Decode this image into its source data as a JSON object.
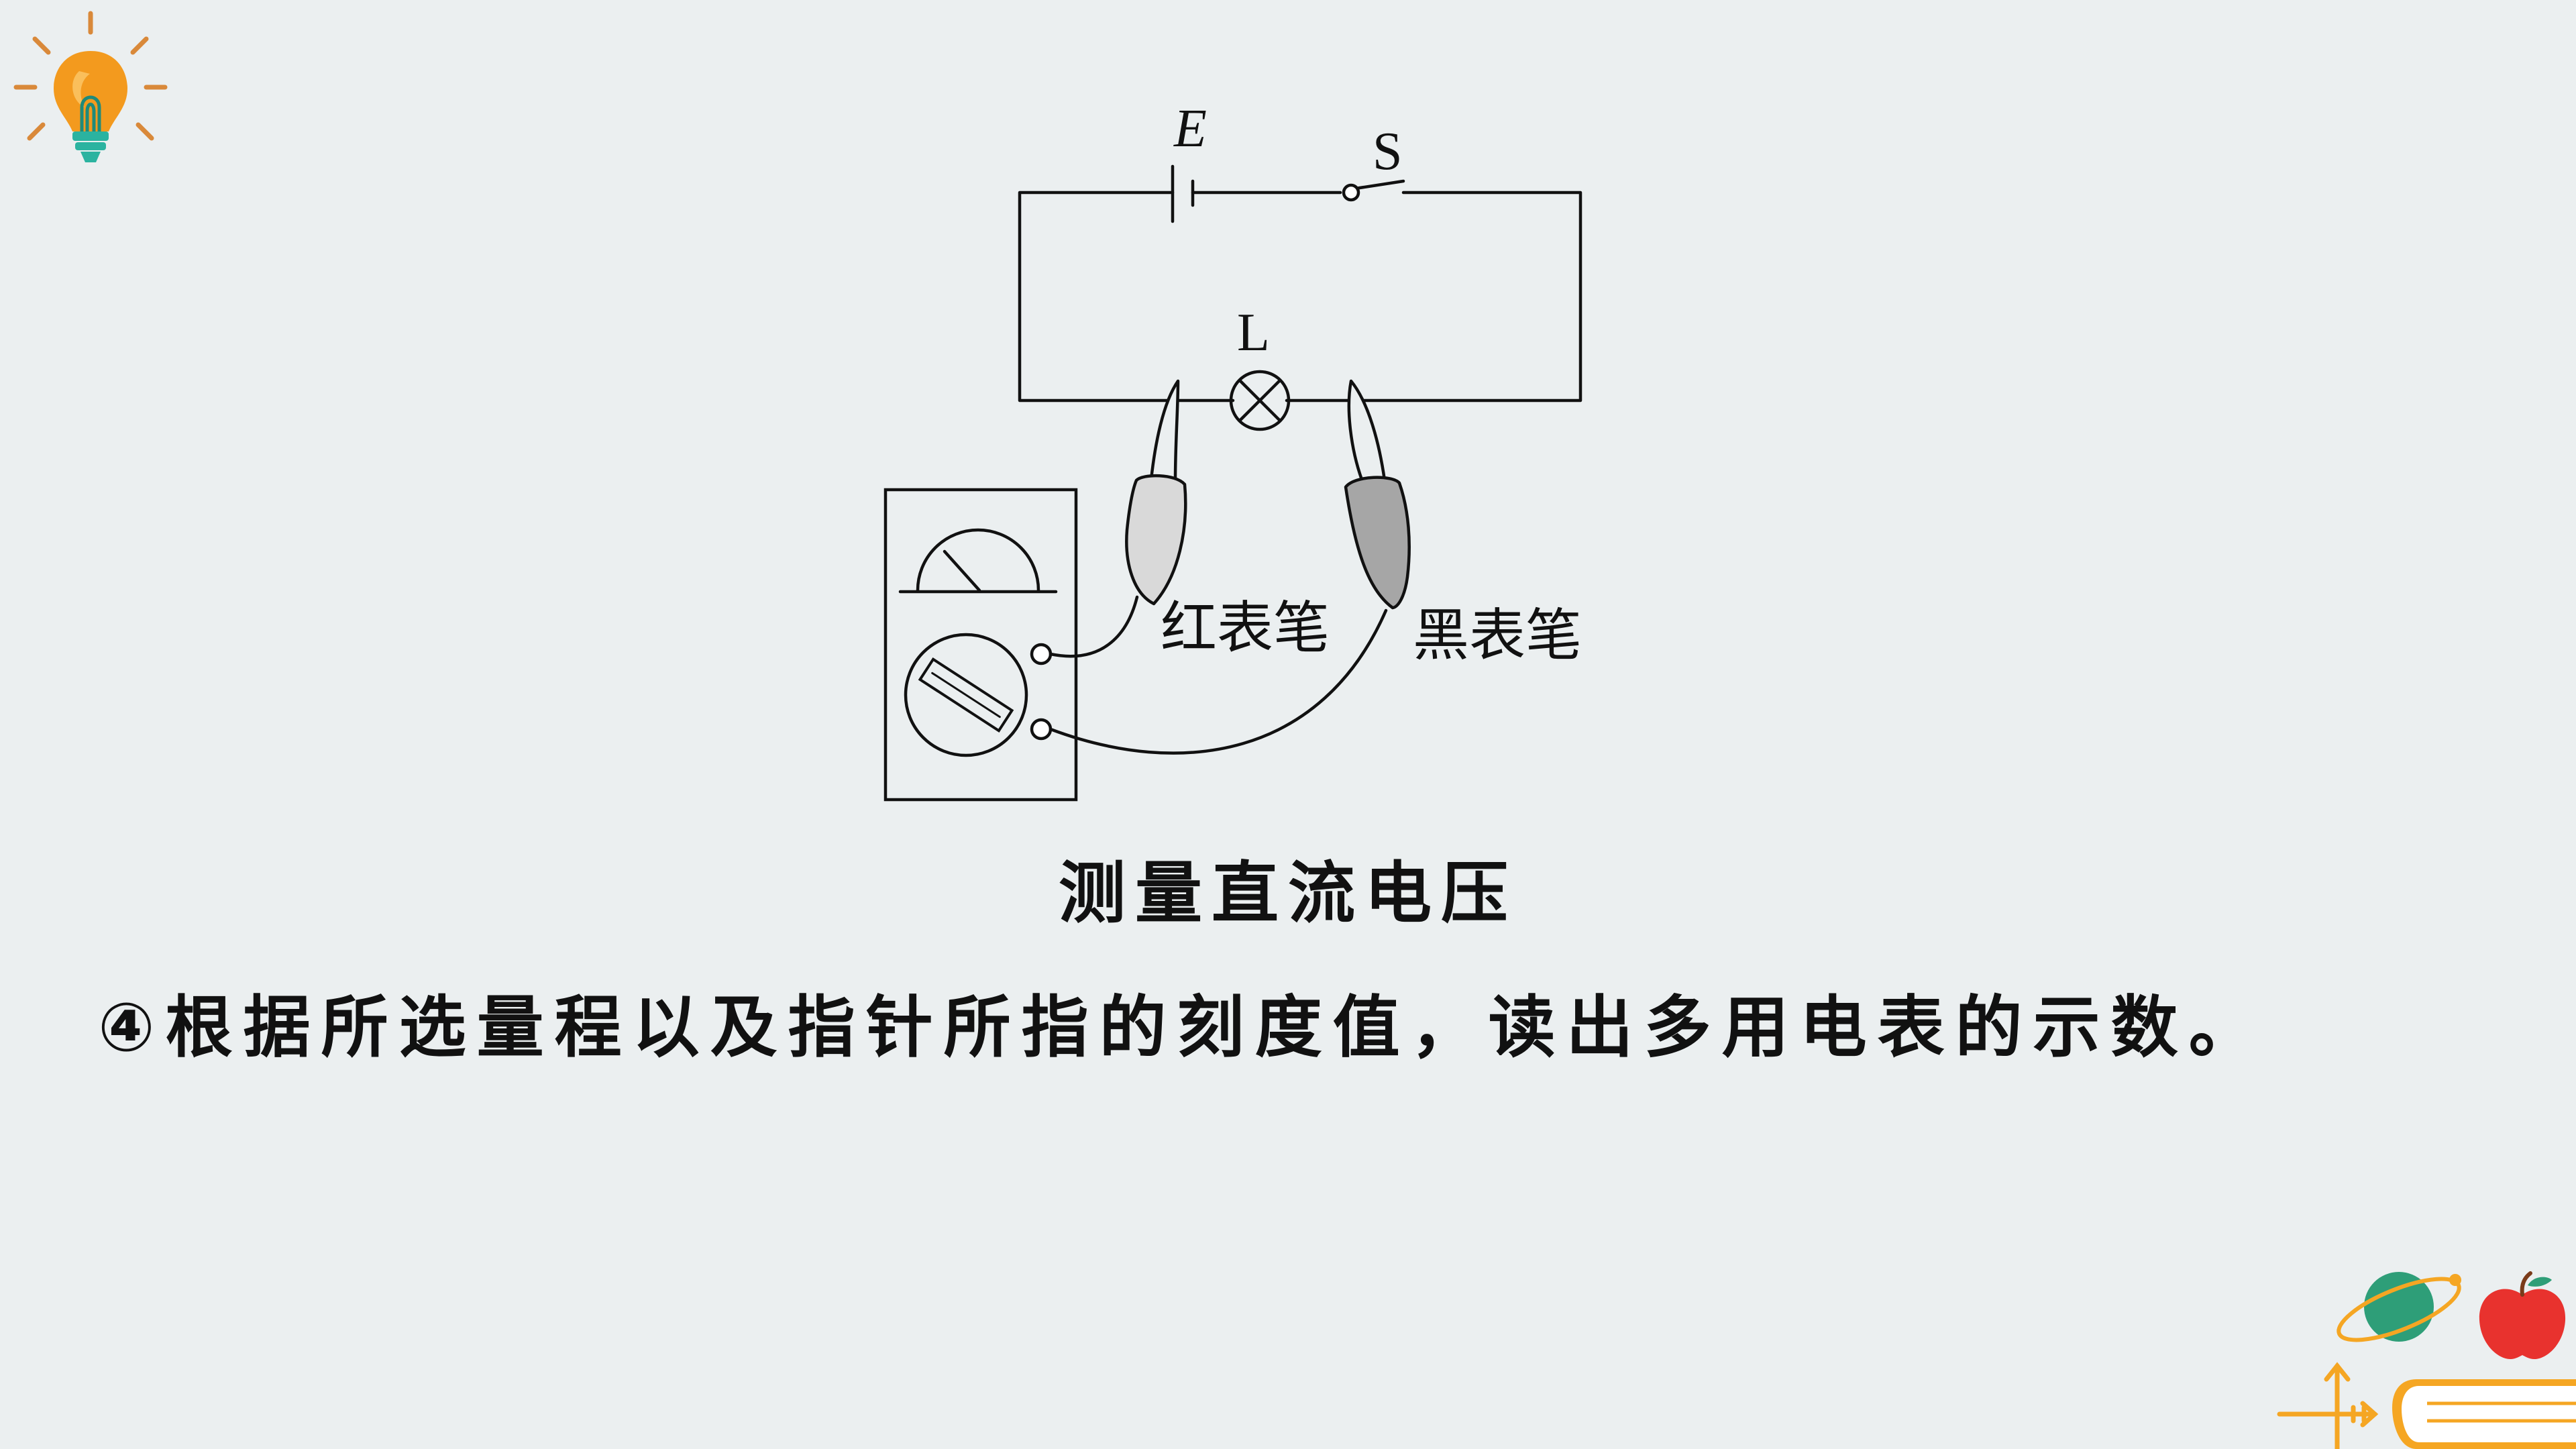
{
  "diagram": {
    "labels": {
      "battery": "E",
      "switch": "S",
      "lamp": "L",
      "red_probe": "红表笔",
      "black_probe": "黑表笔"
    },
    "caption": "测量直流电压"
  },
  "text": {
    "step": "④根据所选量程以及指针所指的刻度值，读出多用电表的示数。"
  },
  "colors": {
    "background": "#ebeff0",
    "bulb_orange": "#f39a1e",
    "bulb_base": "#2bb3a0",
    "ray_orange": "#d9893a",
    "red_probe_fill": "#d9d9d9",
    "black_probe_fill": "#a6a6a6",
    "planet": "#2e9e78",
    "apple": "#e8322e",
    "book_orange": "#f5a623"
  },
  "icons": {
    "top_left": "lightbulb-icon",
    "bottom_right": "planet-apple-books-icon"
  }
}
